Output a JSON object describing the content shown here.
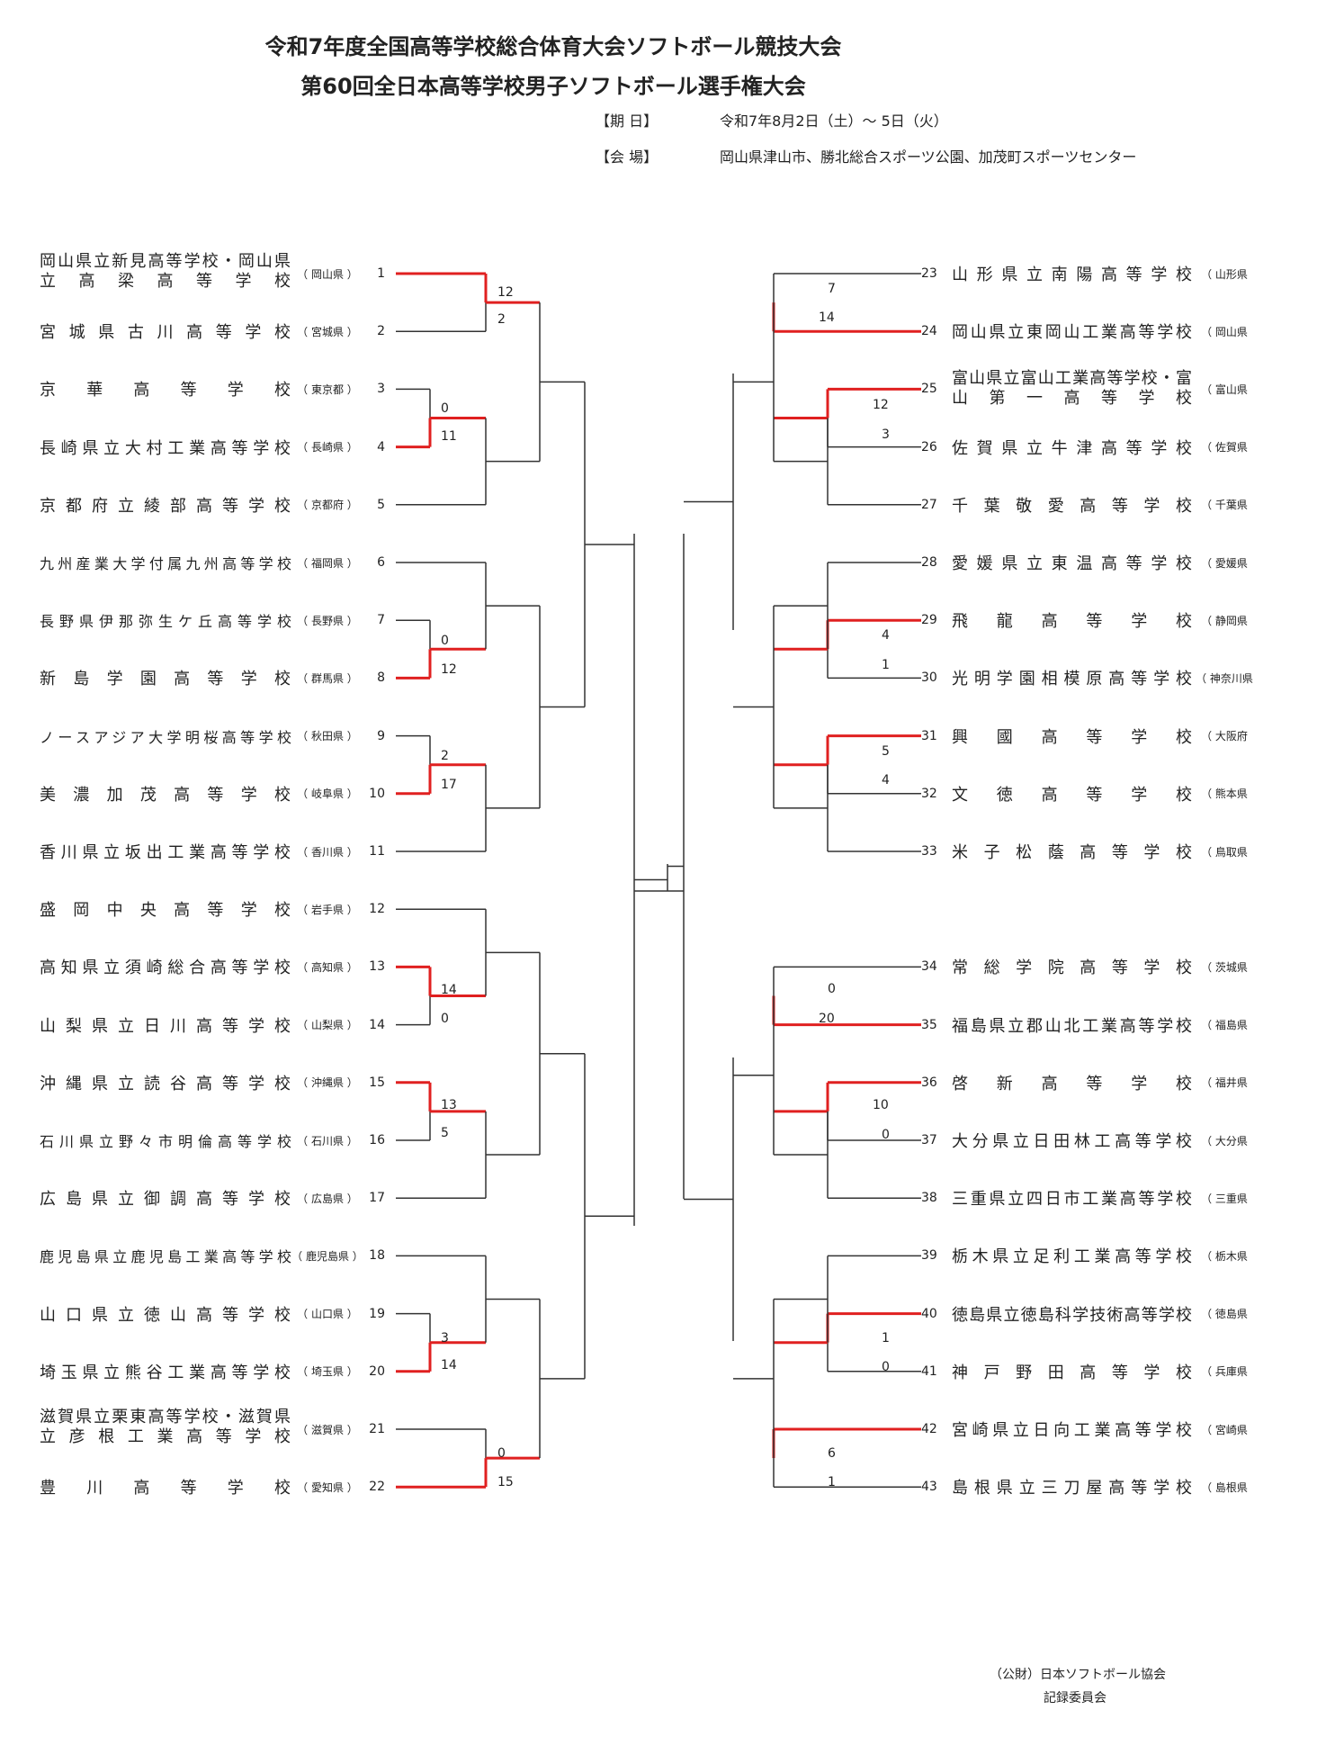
{
  "header": {
    "title1": "令和7年度全国高等学校総合体育大会ソフトボール競技大会",
    "title2": "第60回全日本高等学校男子ソフトボール選手権大会",
    "date_label": "【期 日】",
    "date_value": "令和7年8月2日（土）〜 5日（火）",
    "venue_label": "【会 場】",
    "venue_value": "岡山県津山市、勝北総合スポーツ公園、加茂町スポーツセンター"
  },
  "left_teams": [
    {
      "no": "1",
      "name": "岡山県立新見高等学校・岡山県立高梁高等学校",
      "pref": "（ 岡山県 ）"
    },
    {
      "no": "2",
      "name": "宮城県古川高等学校",
      "pref": "（ 宮城県 ）"
    },
    {
      "no": "3",
      "name": "京華高等学校",
      "pref": "（ 東京都 ）"
    },
    {
      "no": "4",
      "name": "長崎県立大村工業高等学校",
      "pref": "（ 長崎県 ）"
    },
    {
      "no": "5",
      "name": "京都府立綾部高等学校",
      "pref": "（ 京都府 ）"
    },
    {
      "no": "6",
      "name": "九州産業大学付属九州高等学校",
      "pref": "（ 福岡県 ）"
    },
    {
      "no": "7",
      "name": "長野県伊那弥生ケ丘高等学校",
      "pref": "（ 長野県 ）"
    },
    {
      "no": "8",
      "name": "新島学園高等学校",
      "pref": "（ 群馬県 ）"
    },
    {
      "no": "9",
      "name": "ノースアジア大学明桜高等学校",
      "pref": "（ 秋田県 ）"
    },
    {
      "no": "10",
      "name": "美濃加茂高等学校",
      "pref": "（ 岐阜県 ）"
    },
    {
      "no": "11",
      "name": "香川県立坂出工業高等学校",
      "pref": "（ 香川県 ）"
    },
    {
      "no": "12",
      "name": "盛岡中央高等学校",
      "pref": "（ 岩手県 ）"
    },
    {
      "no": "13",
      "name": "高知県立須崎総合高等学校",
      "pref": "（ 高知県 ）"
    },
    {
      "no": "14",
      "name": "山梨県立日川高等学校",
      "pref": "（ 山梨県 ）"
    },
    {
      "no": "15",
      "name": "沖縄県立読谷高等学校",
      "pref": "（ 沖縄県 ）"
    },
    {
      "no": "16",
      "name": "石川県立野々市明倫高等学校",
      "pref": "（ 石川県 ）"
    },
    {
      "no": "17",
      "name": "広島県立御調高等学校",
      "pref": "（ 広島県 ）"
    },
    {
      "no": "18",
      "name": "鹿児島県立鹿児島工業高等学校",
      "pref": "（ 鹿児島県 ）"
    },
    {
      "no": "19",
      "name": "山口県立徳山高等学校",
      "pref": "（ 山口県 ）"
    },
    {
      "no": "20",
      "name": "埼玉県立熊谷工業高等学校",
      "pref": "（ 埼玉県 ）"
    },
    {
      "no": "21",
      "name": "滋賀県立栗東高等学校・滋賀県立彦根工業高等学校",
      "pref": "（ 滋賀県 ）"
    },
    {
      "no": "22",
      "name": "豊川高等学校",
      "pref": "（ 愛知県 ）"
    }
  ],
  "right_teams": [
    {
      "no": "23",
      "name": "山形県立南陽高等学校",
      "pref": "（ 山形県"
    },
    {
      "no": "24",
      "name": "岡山県立東岡山工業高等学校",
      "pref": "（ 岡山県"
    },
    {
      "no": "25",
      "name": "富山県立富山工業高等学校・富山第一高等学校",
      "pref": "（ 富山県"
    },
    {
      "no": "26",
      "name": "佐賀県立牛津高等学校",
      "pref": "（ 佐賀県"
    },
    {
      "no": "27",
      "name": "千葉敬愛高等学校",
      "pref": "（ 千葉県"
    },
    {
      "no": "28",
      "name": "愛媛県立東温高等学校",
      "pref": "（ 愛媛県"
    },
    {
      "no": "29",
      "name": "飛龍高等学校",
      "pref": "（ 静岡県"
    },
    {
      "no": "30",
      "name": "光明学園相模原高等学校",
      "pref": "（ 神奈川県"
    },
    {
      "no": "31",
      "name": "興國高等学校",
      "pref": "（ 大阪府"
    },
    {
      "no": "32",
      "name": "文徳高等学校",
      "pref": "（ 熊本県"
    },
    {
      "no": "33",
      "name": "米子松蔭高等学校",
      "pref": "（ 鳥取県"
    },
    {
      "no": "34",
      "name": "常総学院高等学校",
      "pref": "（ 茨城県"
    },
    {
      "no": "35",
      "name": "福島県立郡山北工業高等学校",
      "pref": "（ 福島県"
    },
    {
      "no": "36",
      "name": "啓新高等学校",
      "pref": "（ 福井県"
    },
    {
      "no": "37",
      "name": "大分県立日田林工高等学校",
      "pref": "（ 大分県"
    },
    {
      "no": "38",
      "name": "三重県立四日市工業高等学校",
      "pref": "（ 三重県"
    },
    {
      "no": "39",
      "name": "栃木県立足利工業高等学校",
      "pref": "（ 栃木県"
    },
    {
      "no": "40",
      "name": "徳島県立徳島科学技術高等学校",
      "pref": "（ 徳島県"
    },
    {
      "no": "41",
      "name": "神戸野田高等学校",
      "pref": "（ 兵庫県"
    },
    {
      "no": "42",
      "name": "宮崎県立日向工業高等学校",
      "pref": "（ 宮崎県"
    },
    {
      "no": "43",
      "name": "島根県立三刀屋高等学校",
      "pref": "（ 島根県"
    }
  ],
  "scores": [
    "12",
    "2",
    "0",
    "11",
    "0",
    "12",
    "2",
    "17",
    "14",
    "0",
    "13",
    "5",
    "3",
    "14",
    "0",
    "15",
    "7",
    "14",
    "12",
    "3",
    "4",
    "1",
    "5",
    "4",
    "0",
    "20",
    "10",
    "0",
    "1",
    "0",
    "6",
    "1"
  ],
  "footer": {
    "line1": "（公財）日本ソフトボール協会",
    "line2": "記録委員会"
  },
  "colors": {
    "win": "#e02020",
    "line": "#333333"
  }
}
